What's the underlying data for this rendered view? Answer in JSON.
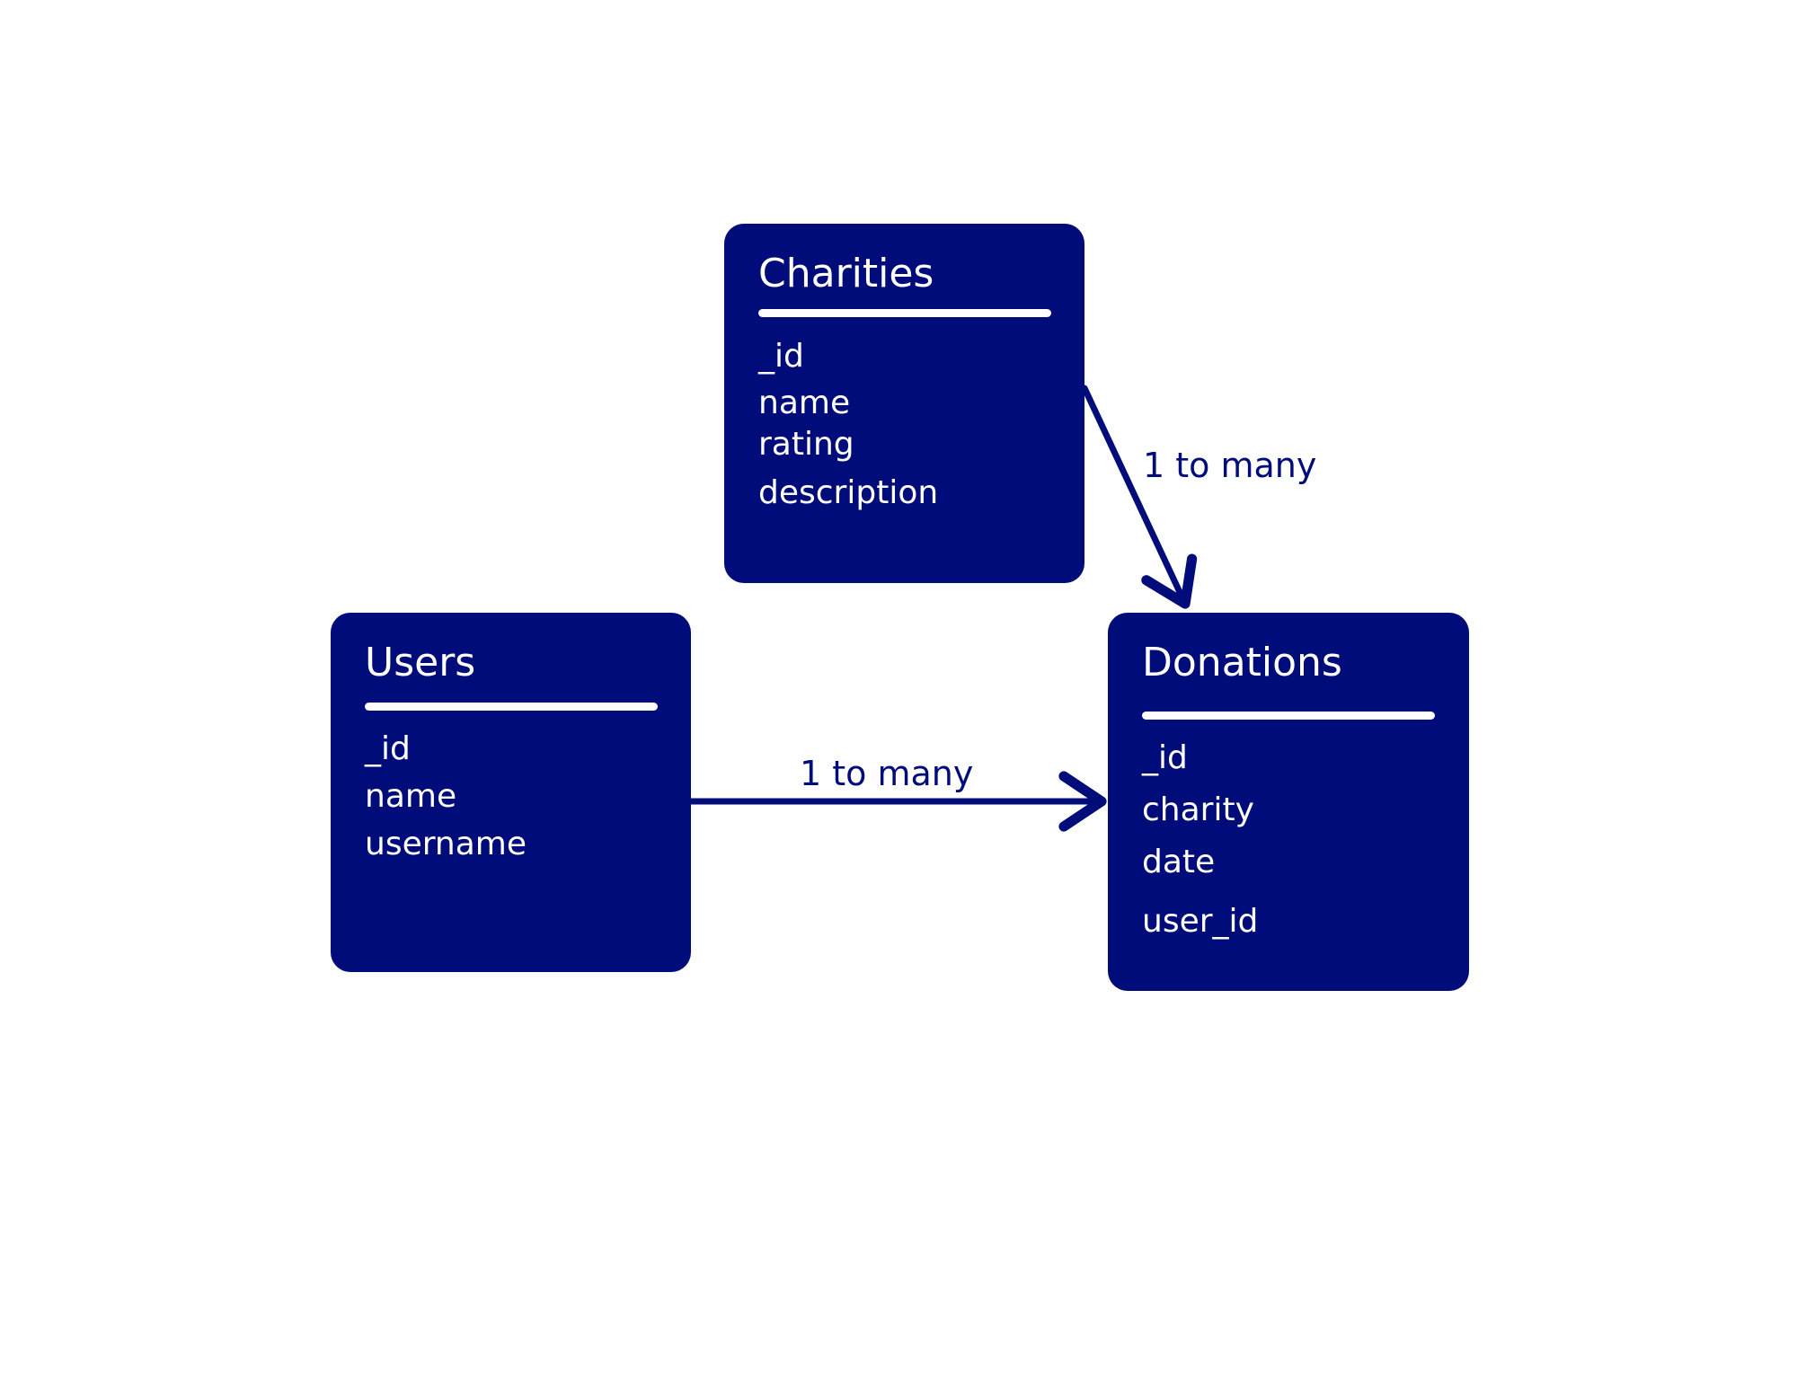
{
  "entities": {
    "charities": {
      "title": "Charities",
      "fields": [
        "_id",
        "name",
        "rating",
        "description"
      ]
    },
    "users": {
      "title": "Users",
      "fields": [
        "_id",
        "name",
        "username"
      ]
    },
    "donations": {
      "title": "Donations",
      "fields": [
        "_id",
        "charity",
        "date",
        "user_id"
      ]
    }
  },
  "relationships": [
    {
      "from": "Charities",
      "to": "Donations",
      "label": "1 to many"
    },
    {
      "from": "Users",
      "to": "Donations",
      "label": "1 to many"
    }
  ],
  "colors": {
    "box": "#000c7a",
    "text_on_box": "#ffffff",
    "connector": "#000c7a",
    "background": "#ffffff"
  }
}
